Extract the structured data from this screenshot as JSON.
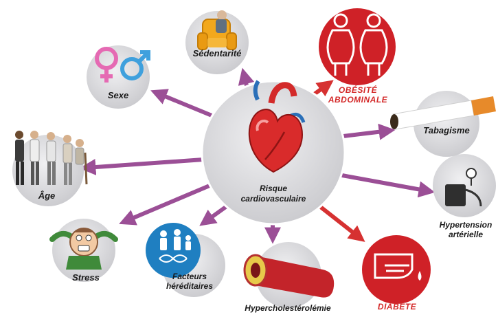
{
  "center": {
    "line1": "Risque",
    "line2": "cardiovasculaire"
  },
  "factors": {
    "sedentarite": "Sédentarité",
    "sexe": "Sexe",
    "age": "Âge",
    "stress": "Stress",
    "facteurs_line1": "Facteurs",
    "facteurs_line2": "héréditaires",
    "hypercholesterolemie": "Hypercholestérolémie",
    "diabete": "DIABÈTE",
    "hypertension_line1": "Hypertension",
    "hypertension_line2": "artérielle",
    "tabagisme": "Tabagisme",
    "obesite_line1": "OBÉSITÉ",
    "obesite_line2": "ABDOMINALE"
  },
  "colors": {
    "purple_arrow": "#9b4f96",
    "red_arrow": "#d63131",
    "circle_gray": "#d9d9dc",
    "red_circle": "#cf2127",
    "blue_circle": "#1f7fc1"
  }
}
